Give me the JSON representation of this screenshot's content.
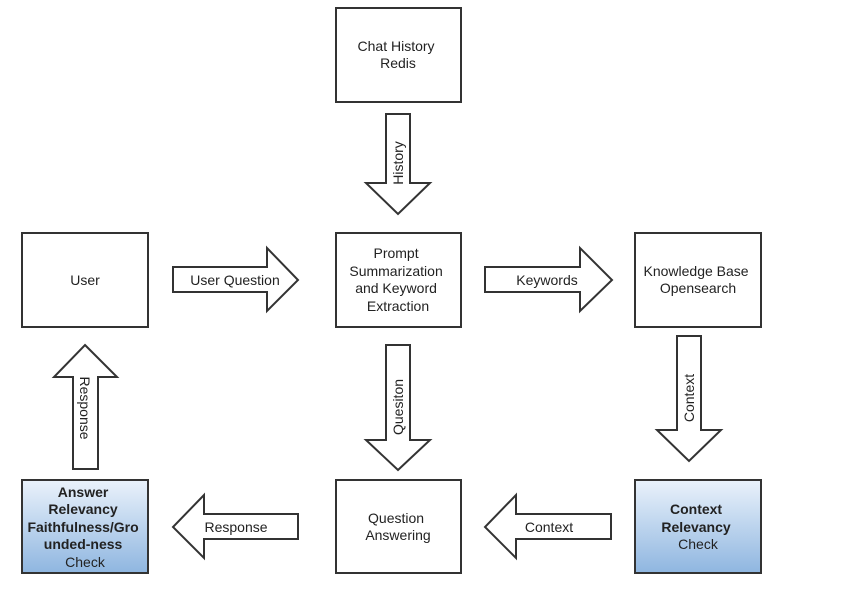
{
  "nodes": {
    "chat_history": {
      "lines": [
        "Chat History",
        "Redis"
      ]
    },
    "user": {
      "lines": [
        "User"
      ]
    },
    "prompt": {
      "lines": [
        "Prompt",
        "Summarization",
        "and Keyword",
        "Extraction"
      ]
    },
    "knowledge_base": {
      "lines": [
        "Knowledge Base",
        "Opensearch"
      ]
    },
    "answer_check": {
      "bold_lines": [
        "Answer",
        "Relevancy",
        "Faithfulness/Gro",
        "unded-ness"
      ],
      "lines": [
        "Check"
      ]
    },
    "question_answering": {
      "lines": [
        "Question",
        "Answering"
      ]
    },
    "context_check": {
      "bold_lines": [
        "Context",
        "Relevancy"
      ],
      "lines": [
        "Check"
      ]
    }
  },
  "arrows": {
    "history": "History",
    "user_question": "User Question",
    "keywords": "Keywords",
    "response_up": "Response",
    "question": "Quesiton",
    "context_down": "Context",
    "response_left": "Response",
    "context_left": "Context"
  },
  "colors": {
    "stroke": "#333333",
    "fill": "#ffffff",
    "highlight_top": "#eaf2fb",
    "highlight_bottom": "#8fb6e0"
  }
}
